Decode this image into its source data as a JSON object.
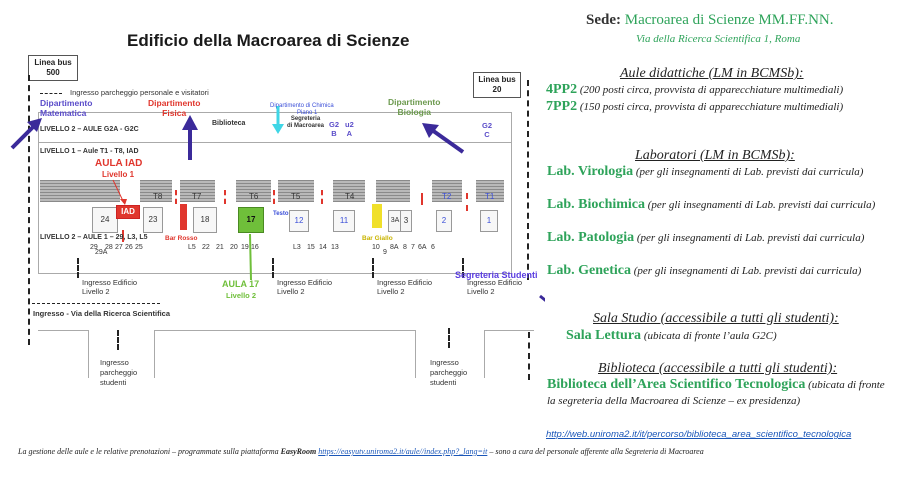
{
  "map": {
    "title": "Edificio della Macroarea di Scienze",
    "bus_left": "Linea bus\n500",
    "bus_right": "Linea bus\n20",
    "parking_staff": "Ingresso parcheggio personale e visitatori",
    "dept_math": "Dipartimento\nMatematica",
    "dept_physics": "Dipartimento\nFisica",
    "library": "Biblioteca",
    "dept_chem": "Dipartimento di Chimica",
    "piano": "Piano 1",
    "segreteria_macro": "Segreteria\ndi Macroarea",
    "g2b": "G2\nB",
    "u2a": "u2\nA",
    "dept_bio": "Dipartimento\nBiologia",
    "g2c": "G2\nC",
    "level2_top": "LIVELLO 2 – AULE G2A - G2C",
    "level1": "LIVELLO 1 – Aule T1 - T8, IAD",
    "aula_iad": "AULA IAD",
    "aula_iad_level": "Livello 1",
    "level2_bottom": "LIVELLO 2 – AULE 1 – 29, L3, L5",
    "t_rooms": [
      "T8",
      "T7",
      "T6",
      "T5",
      "T4",
      "T2",
      "T1"
    ],
    "rooms_level1": [
      "24",
      "IAD",
      "23",
      "18",
      "17",
      "12",
      "11",
      "3A",
      "3",
      "2",
      "1"
    ],
    "rooms_level2": [
      "29",
      "29A",
      "28",
      "27",
      "26",
      "25",
      "L5",
      "22",
      "21",
      "20",
      "19",
      "16",
      "L3",
      "15",
      "14",
      "13",
      "10",
      "9",
      "8A",
      "8",
      "7",
      "6A",
      "6"
    ],
    "bar_rosso": "Bar Rosso",
    "bar_giallo": "Bar Giallo",
    "testo": "Testo",
    "aula17": "AULA 17",
    "aula17_level": "Livello 2",
    "entrance_building": "Ingresso Edificio\nLivello 2",
    "segreteria_studenti": "Segreteria Studenti",
    "main_entrance": "Ingresso - Via della Ricerca Scientifica",
    "student_parking": "Ingresso\nparcheggio\nstudenti"
  },
  "info": {
    "sede_label": "Sede:",
    "sede_name": "Macroarea di Scienze MM.FF.NN.",
    "address": "Via della Ricerca Scientifica 1, Roma",
    "aule_header": "Aule didattiche (LM in BCMSb):",
    "aule": [
      {
        "name": "4PP2",
        "desc": "(200 posti circa, provvista di apparecchiature multimediali)"
      },
      {
        "name": "7PP2",
        "desc": "(150 posti circa, provvista di apparecchiature multimediali)"
      }
    ],
    "lab_header": "Laboratori (LM in BCMSb):",
    "labs": [
      {
        "name": "Lab. Virologia",
        "desc": "(per gli insegnamenti di Lab. previsti dai curricula)"
      },
      {
        "name": "Lab. Biochimica",
        "desc": "(per gli insegnamenti di Lab. previsti dai curricula)"
      },
      {
        "name": "Lab. Patologia",
        "desc": "(per gli insegnamenti di Lab. previsti dai curricula)"
      },
      {
        "name": "Lab. Genetica",
        "desc": "(per gli insegnamenti di Lab. previsti dai curricula)"
      }
    ],
    "study_header": "Sala Studio (accessibile a tutti gli studenti):",
    "study": {
      "name": "Sala Lettura",
      "desc": "(ubicata di fronte l’aula G2C)"
    },
    "library_header": "Biblioteca (accessibile a tutti gli studenti):",
    "library": {
      "name": "Biblioteca dell’Area Scientifico Tecnologica",
      "desc": "(ubicata di fronte la segreteria della Macroarea di Scienze – ex presidenza)"
    },
    "library_link": "http://web.uniroma2.it/it/percorso/biblioteca_area_scientifico_tecnologica"
  },
  "footer": {
    "text_before": "La gestione delle aule e le relative prenotazioni  – programmate sulla piattaforma ",
    "platform": "EasyRoom",
    "link": "https://easyutv.uniroma2.it/aule//index.php?_lang=it",
    "text_after": " – sono a cura del personale afferente alla Segreteria di Macroarea"
  },
  "colors": {
    "green": "#2ea35a",
    "link_blue": "#1a56b8",
    "arrow_purple": "#3b2a9a",
    "red": "#e0362d",
    "aula17_green": "#6fbf3a",
    "bar_yellow": "#f0e02a",
    "cyan": "#3fd6e6"
  }
}
